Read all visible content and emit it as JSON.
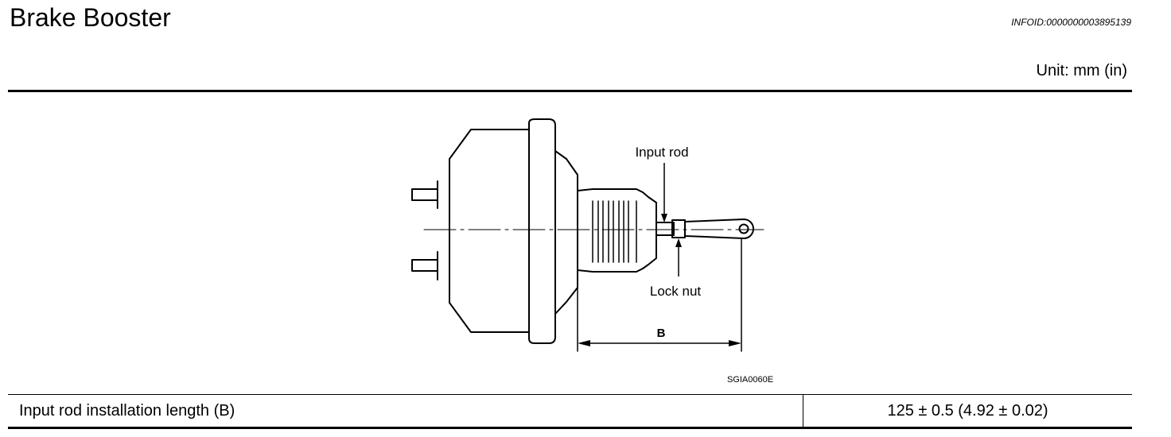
{
  "header": {
    "title": "Brake Booster",
    "info_id": "INFOID:0000000003895139",
    "unit": "Unit: mm (in)"
  },
  "figure": {
    "label_input_rod": "Input rod",
    "label_lock_nut": "Lock nut",
    "label_dimension": "B",
    "figure_code": "SGIA0060E"
  },
  "spec_table": {
    "rows": [
      {
        "item": "Input rod installation length (B)",
        "value": "125 ± 0.5 (4.92 ± 0.02)"
      }
    ]
  }
}
